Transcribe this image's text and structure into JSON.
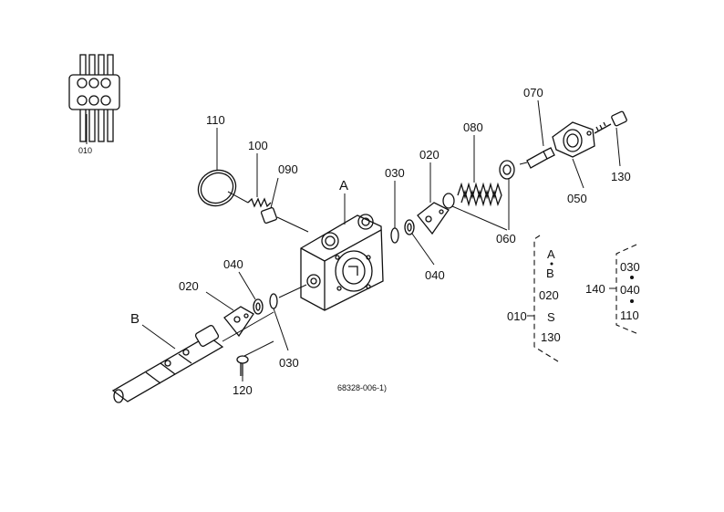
{
  "labels": {
    "l010_small": "010",
    "l110": "110",
    "l100": "100",
    "l090": "090",
    "lA": "A",
    "l030_top": "030",
    "l020_top": "020",
    "l080": "080",
    "l070": "070",
    "l130": "130",
    "l050": "050",
    "l060": "060",
    "l040_right": "040",
    "l040_left": "040",
    "l020_left": "020",
    "lB": "B",
    "l030_bottom": "030",
    "l120": "120",
    "drawing_number": "68328-006-1)"
  },
  "legend1": {
    "a": "A",
    "b": "B",
    "from": "020",
    "range_symbol": "S",
    "to": "130",
    "parent": "010"
  },
  "legend2": {
    "parent": "140",
    "items": [
      "030",
      "040",
      "110"
    ]
  }
}
